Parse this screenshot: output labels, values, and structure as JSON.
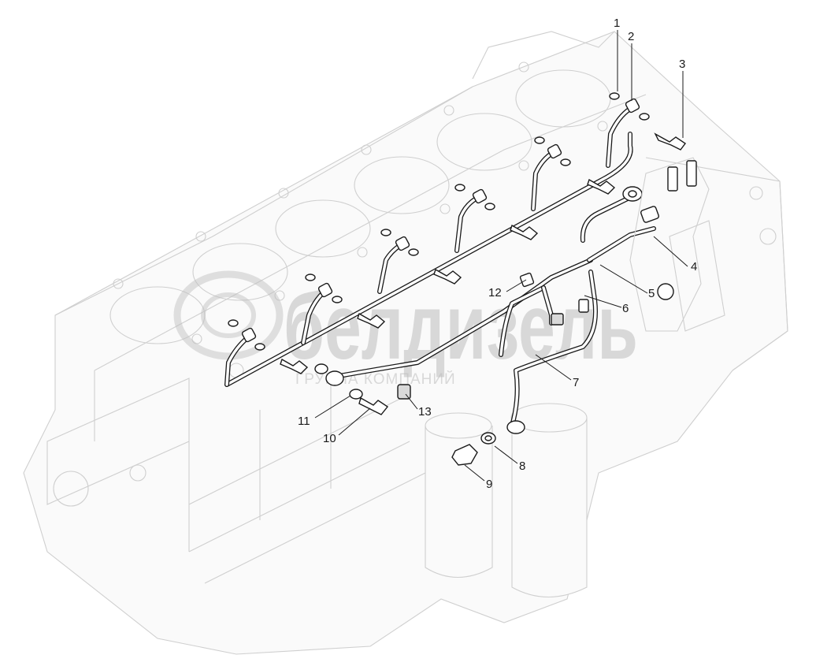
{
  "watermark": {
    "brand": "белдизель",
    "tagline": "ГРУППА КОМПАНИЙ"
  },
  "callouts": [
    {
      "id": 1,
      "label": "1"
    },
    {
      "id": 2,
      "label": "2"
    },
    {
      "id": 3,
      "label": "3"
    },
    {
      "id": 4,
      "label": "4"
    },
    {
      "id": 5,
      "label": "5"
    },
    {
      "id": 6,
      "label": "6"
    },
    {
      "id": 7,
      "label": "7"
    },
    {
      "id": 8,
      "label": "8"
    },
    {
      "id": 9,
      "label": "9"
    },
    {
      "id": 10,
      "label": "10"
    },
    {
      "id": 11,
      "label": "11"
    },
    {
      "id": 12,
      "label": "12"
    },
    {
      "id": 13,
      "label": "13"
    }
  ]
}
